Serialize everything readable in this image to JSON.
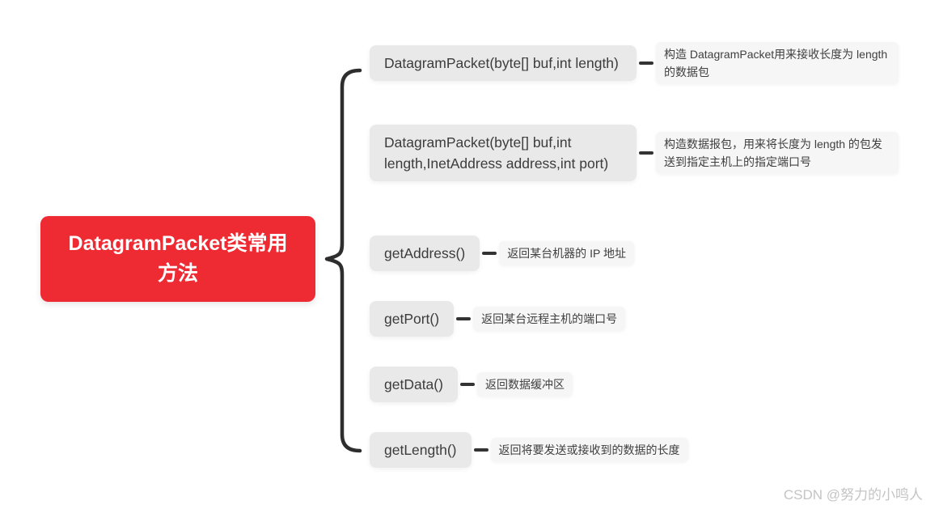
{
  "root": {
    "label": "DatagramPacket类常用方法"
  },
  "methods": [
    {
      "label": "DatagramPacket(byte[] buf,int length)",
      "note": "构造 DatagramPacket用来接收长度为 length 的数据包"
    },
    {
      "label": "DatagramPacket(byte[] buf,int length,InetAddress address,int port)",
      "note": "构造数据报包，用来将长度为 length 的包发送到指定主机上的指定端口号"
    },
    {
      "label": "getAddress()",
      "note": "返回某台机器的 IP 地址"
    },
    {
      "label": "getPort()",
      "note": "返回某台远程主机的端口号"
    },
    {
      "label": "getData()",
      "note": "返回数据缓冲区"
    },
    {
      "label": "getLength()",
      "note": "返回将要发送或接收到的数据的长度"
    }
  ],
  "watermark": "CSDN @努力的小鸣人",
  "colors": {
    "root_bg": "#ee2b33",
    "root_text": "#ffffff",
    "node_bg": "#e9e9e9",
    "node_text": "#3c3c3c",
    "note_bg": "#f6f6f6",
    "note_text": "#3f3f3f",
    "brace": "#2e2e2e",
    "connector": "#333333",
    "watermark_text": "#c4c4c4"
  }
}
